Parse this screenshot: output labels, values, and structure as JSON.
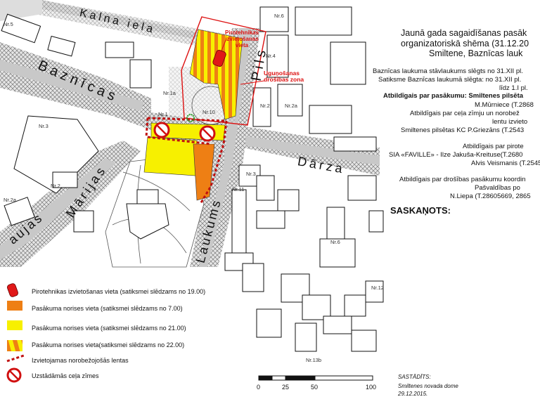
{
  "title": {
    "line1": "Jaunā gada sagaidīšanas pasāk",
    "line2": "organizatoriskā shēma (31.12.20",
    "line3": "Smiltene, Baznīcas lauk"
  },
  "info": {
    "closed1": "Baznīcas laukuma stāvlaukums slēgts no 31.XII pl.",
    "closed2": "Satiksme Baznīcas laukumā slēgta: no 31.XII pl.",
    "closed3": "līdz 1.I pl.",
    "responsible_heading": "Atbildīgais par pasākumu: Smiltenes pilsēta",
    "responsible_name": "M.Mūrniece (T.2868",
    "roads_line1": "Atbildīgais par ceļa zīmju un norobež",
    "roads_line2": "lentu izvieto",
    "roads_line3": "Smiltenes pilsētas KC P.Griezāns (T.2543",
    "pyro_heading": "Atbildīgais par pirote",
    "pyro_line1": "SIA «FAVILLE» - Ilze Jakuša-Kreituse(T.2680",
    "pyro_line2": "Alvis Veismanis (T.2545",
    "safety_line1": "Atbildīgais par drošības pasākumu koordin",
    "safety_line2": "Pašvaldības po",
    "safety_line3": "N.Liepa (T.28605669, 2865",
    "approved": "SASKAŅOTS:"
  },
  "map_labels": {
    "kalna_iela": "Kalna iela",
    "baznicas": "Baznīcas",
    "pils": "Pils",
    "darza": "Dārza",
    "marijas": "Mārijas",
    "laukums": "Laukums",
    "jaunas": "aujas",
    "pyro_place": "Pirotehnikas izvietošanas vieta",
    "fire_zone": "Uguņošanas drošības zona",
    "nr10": "Nr.10",
    "nr6": "Nr.6",
    "nr4": "Nr.4",
    "nr2": "Nr.2",
    "nr2a": "Nr.2a",
    "nr1a": "Nr.1a",
    "nr1": "Nr.1",
    "nr11": "Nr.11",
    "nr3": "Nr.3",
    "nr6b": "Nr.6",
    "nr12": "Nr.12",
    "nr13b": "Nr.13b",
    "nr2left": "Nr.2",
    "nr2aleft": "Nr.2a",
    "nr5": "Nr.5",
    "nr3left": "Nr.3"
  },
  "legend": {
    "items": [
      {
        "label": "Pirotehnikas izvietošanas vieta (satiksmei slēdzams no 19.00)",
        "color": "#e01818"
      },
      {
        "label": "Pasākuma norises vieta (satiksmei slēdzams no 7.00)",
        "color": "#ee7f14"
      },
      {
        "label": "Pasākuma norises vieta (satiksmei slēdzams no 21.00)",
        "color": "#f7f000"
      },
      {
        "label": "Pasākuma norises vieta(satiksmei slēdzams no 22.00)",
        "color": "#ee7f14"
      },
      {
        "label": "Izvietojamas norobežojošās lentas",
        "color": "#c01010"
      },
      {
        "label": "Uzstādāmās ceļa zīmes",
        "color": "#d01010"
      }
    ]
  },
  "scale": {
    "labels": [
      "0",
      "25",
      "50",
      "100"
    ]
  },
  "credit": {
    "line1": "SASTĀDĪTS:",
    "line2": "Smiltenes novada dome",
    "line3": "29.12.2015."
  },
  "colors": {
    "red": "#e01818",
    "orange": "#ee7f14",
    "yellow": "#f7f000",
    "road": "#bdbdbd",
    "hatch": "#8a8a8a"
  }
}
